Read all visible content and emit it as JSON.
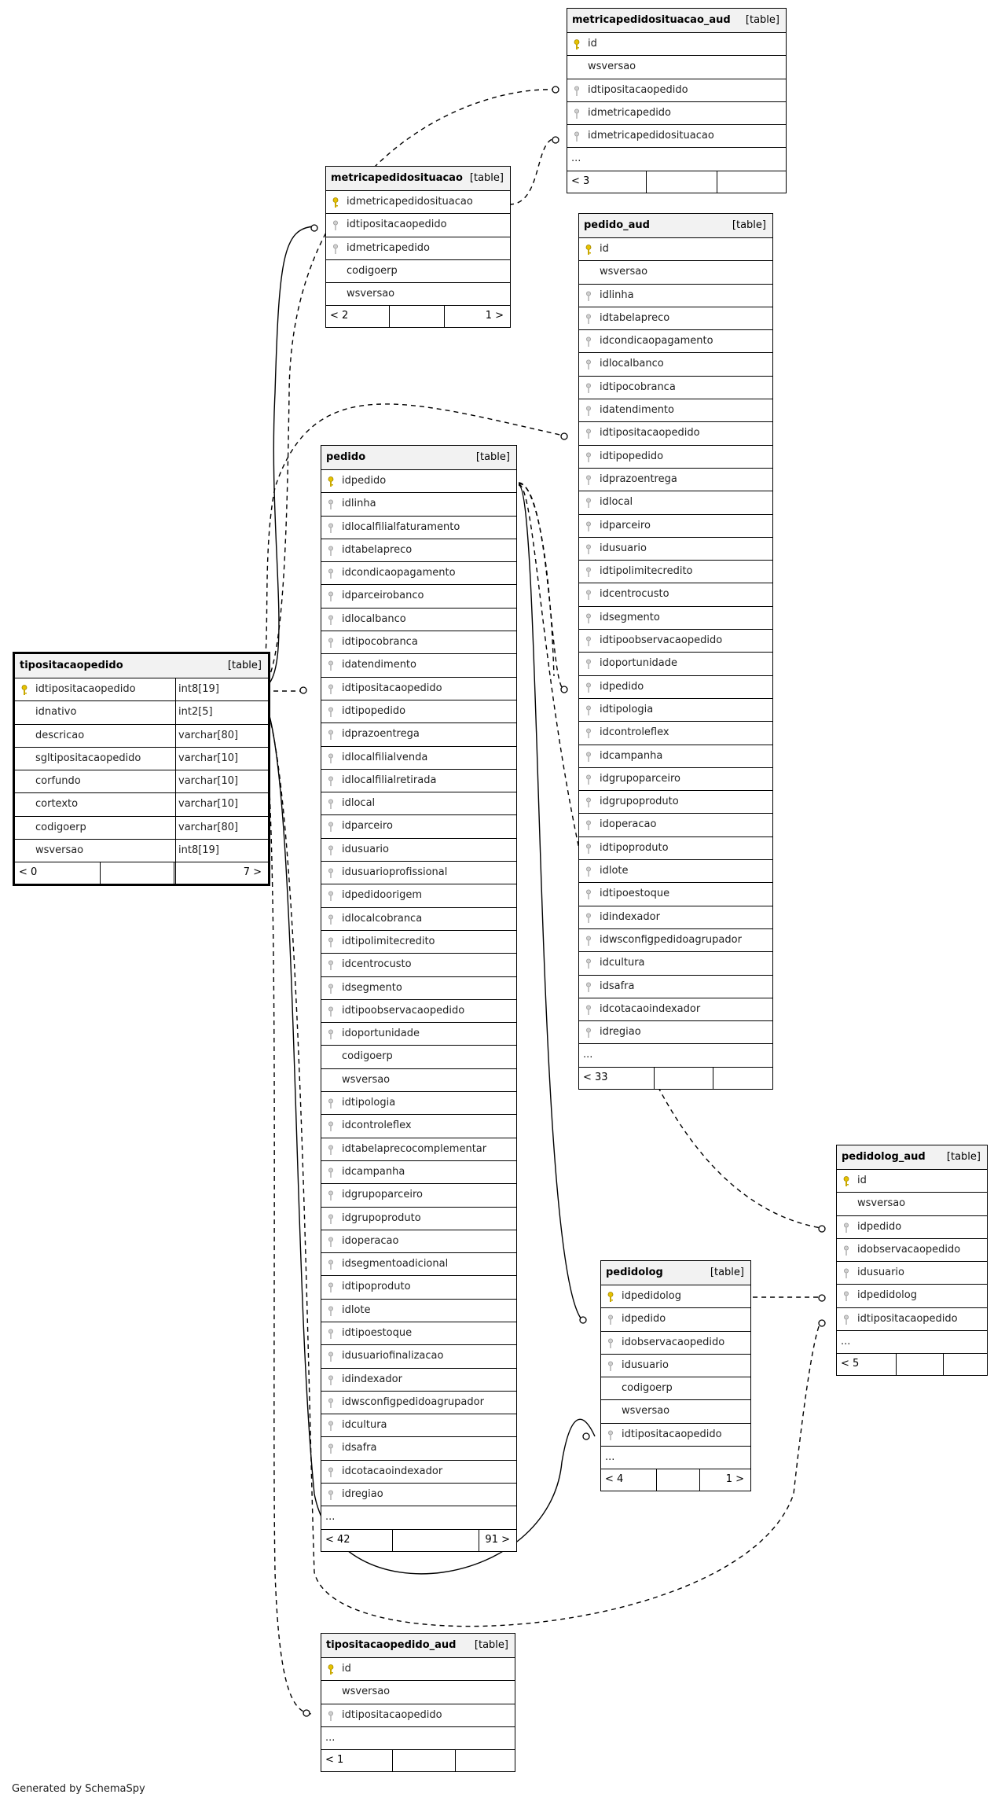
{
  "footer_text": "Generated by SchemaSpy",
  "type_label": "[table]",
  "tables": [
    {
      "id": "metricapedidosituacao_aud",
      "name": "metricapedidosituacao_aud",
      "columns": [
        {
          "n": "id",
          "k": "pk"
        },
        {
          "n": "wsversao",
          "k": ""
        },
        {
          "n": "idtipositacaopedido",
          "k": "fk"
        },
        {
          "n": "idmetricapedido",
          "k": "fk"
        },
        {
          "n": "idmetricapedidosituacao",
          "k": "fk"
        },
        {
          "n": "...",
          "k": "more"
        }
      ],
      "parents": "< 3",
      "children": ""
    },
    {
      "id": "metricapedidosituacao",
      "name": "metricapedidosituacao",
      "columns": [
        {
          "n": "idmetricapedidosituacao",
          "k": "pk"
        },
        {
          "n": "idtipositacaopedido",
          "k": "fk"
        },
        {
          "n": "idmetricapedido",
          "k": "fk"
        },
        {
          "n": "codigoerp",
          "k": ""
        },
        {
          "n": "wsversao",
          "k": ""
        }
      ],
      "parents": "< 2",
      "children": "1 >"
    },
    {
      "id": "pedido_aud",
      "name": "pedido_aud",
      "columns": [
        {
          "n": "id",
          "k": "pk"
        },
        {
          "n": "wsversao",
          "k": ""
        },
        {
          "n": "idlinha",
          "k": "fk"
        },
        {
          "n": "idtabelapreco",
          "k": "fk"
        },
        {
          "n": "idcondicaopagamento",
          "k": "fk"
        },
        {
          "n": "idlocalbanco",
          "k": "fk"
        },
        {
          "n": "idtipocobranca",
          "k": "fk"
        },
        {
          "n": "idatendimento",
          "k": "fk"
        },
        {
          "n": "idtipositacaopedido",
          "k": "fk"
        },
        {
          "n": "idtipopedido",
          "k": "fk"
        },
        {
          "n": "idprazoentrega",
          "k": "fk"
        },
        {
          "n": "idlocal",
          "k": "fk"
        },
        {
          "n": "idparceiro",
          "k": "fk"
        },
        {
          "n": "idusuario",
          "k": "fk"
        },
        {
          "n": "idtipolimitecredito",
          "k": "fk"
        },
        {
          "n": "idcentrocusto",
          "k": "fk"
        },
        {
          "n": "idsegmento",
          "k": "fk"
        },
        {
          "n": "idtipoobservacaopedido",
          "k": "fk"
        },
        {
          "n": "idoportunidade",
          "k": "fk"
        },
        {
          "n": "idpedido",
          "k": "fk"
        },
        {
          "n": "idtipologia",
          "k": "fk"
        },
        {
          "n": "idcontroleflex",
          "k": "fk"
        },
        {
          "n": "idcampanha",
          "k": "fk"
        },
        {
          "n": "idgrupoparceiro",
          "k": "fk"
        },
        {
          "n": "idgrupoproduto",
          "k": "fk"
        },
        {
          "n": "idoperacao",
          "k": "fk"
        },
        {
          "n": "idtipoproduto",
          "k": "fk"
        },
        {
          "n": "idlote",
          "k": "fk"
        },
        {
          "n": "idtipoestoque",
          "k": "fk"
        },
        {
          "n": "idindexador",
          "k": "fk"
        },
        {
          "n": "idwsconfigpedidoagrupador",
          "k": "fk"
        },
        {
          "n": "idcultura",
          "k": "fk"
        },
        {
          "n": "idsafra",
          "k": "fk"
        },
        {
          "n": "idcotacaoindexador",
          "k": "fk"
        },
        {
          "n": "idregiao",
          "k": "fk"
        },
        {
          "n": "...",
          "k": "more"
        }
      ],
      "parents": "< 33",
      "children": ""
    },
    {
      "id": "pedido",
      "name": "pedido",
      "columns": [
        {
          "n": "idpedido",
          "k": "pk"
        },
        {
          "n": "idlinha",
          "k": "fk"
        },
        {
          "n": "idlocalfilialfaturamento",
          "k": "fk"
        },
        {
          "n": "idtabelapreco",
          "k": "fk"
        },
        {
          "n": "idcondicaopagamento",
          "k": "fk"
        },
        {
          "n": "idparceirobanco",
          "k": "fk"
        },
        {
          "n": "idlocalbanco",
          "k": "fk"
        },
        {
          "n": "idtipocobranca",
          "k": "fk"
        },
        {
          "n": "idatendimento",
          "k": "fk"
        },
        {
          "n": "idtipositacaopedido",
          "k": "fk"
        },
        {
          "n": "idtipopedido",
          "k": "fk"
        },
        {
          "n": "idprazoentrega",
          "k": "fk"
        },
        {
          "n": "idlocalfilialvenda",
          "k": "fk"
        },
        {
          "n": "idlocalfilialretirada",
          "k": "fk"
        },
        {
          "n": "idlocal",
          "k": "fk"
        },
        {
          "n": "idparceiro",
          "k": "fk"
        },
        {
          "n": "idusuario",
          "k": "fk"
        },
        {
          "n": "idusuarioprofissional",
          "k": "fk"
        },
        {
          "n": "idpedidoorigem",
          "k": "fk"
        },
        {
          "n": "idlocalcobranca",
          "k": "fk"
        },
        {
          "n": "idtipolimitecredito",
          "k": "fk"
        },
        {
          "n": "idcentrocusto",
          "k": "fk"
        },
        {
          "n": "idsegmento",
          "k": "fk"
        },
        {
          "n": "idtipoobservacaopedido",
          "k": "fk"
        },
        {
          "n": "idoportunidade",
          "k": "fk"
        },
        {
          "n": "codigoerp",
          "k": ""
        },
        {
          "n": "wsversao",
          "k": ""
        },
        {
          "n": "idtipologia",
          "k": "fk"
        },
        {
          "n": "idcontroleflex",
          "k": "fk"
        },
        {
          "n": "idtabelaprecocomplementar",
          "k": "fk"
        },
        {
          "n": "idcampanha",
          "k": "fk"
        },
        {
          "n": "idgrupoparceiro",
          "k": "fk"
        },
        {
          "n": "idgrupoproduto",
          "k": "fk"
        },
        {
          "n": "idoperacao",
          "k": "fk"
        },
        {
          "n": "idsegmentoadicional",
          "k": "fk"
        },
        {
          "n": "idtipoproduto",
          "k": "fk"
        },
        {
          "n": "idlote",
          "k": "fk"
        },
        {
          "n": "idtipoestoque",
          "k": "fk"
        },
        {
          "n": "idusuariofinalizacao",
          "k": "fk"
        },
        {
          "n": "idindexador",
          "k": "fk"
        },
        {
          "n": "idwsconfigpedidoagrupador",
          "k": "fk"
        },
        {
          "n": "idcultura",
          "k": "fk"
        },
        {
          "n": "idsafra",
          "k": "fk"
        },
        {
          "n": "idcotacaoindexador",
          "k": "fk"
        },
        {
          "n": "idregiao",
          "k": "fk"
        },
        {
          "n": "...",
          "k": "more"
        }
      ],
      "parents": "< 42",
      "children": "91 >"
    },
    {
      "id": "tipositacaopedido",
      "name": "tipositacaopedido",
      "bold": true,
      "columns": [
        {
          "n": "idtipositacaopedido",
          "k": "pk",
          "t": "int8[19]"
        },
        {
          "n": "idnativo",
          "k": "",
          "t": "int2[5]"
        },
        {
          "n": "descricao",
          "k": "",
          "t": "varchar[80]"
        },
        {
          "n": "sgltipositacaopedido",
          "k": "",
          "t": "varchar[10]"
        },
        {
          "n": "corfundo",
          "k": "",
          "t": "varchar[10]"
        },
        {
          "n": "cortexto",
          "k": "",
          "t": "varchar[10]"
        },
        {
          "n": "codigoerp",
          "k": "",
          "t": "varchar[80]"
        },
        {
          "n": "wsversao",
          "k": "",
          "t": "int8[19]"
        }
      ],
      "parents": "< 0",
      "children": "7 >"
    },
    {
      "id": "pedidolog_aud",
      "name": "pedidolog_aud",
      "columns": [
        {
          "n": "id",
          "k": "pk"
        },
        {
          "n": "wsversao",
          "k": ""
        },
        {
          "n": "idpedido",
          "k": "fk"
        },
        {
          "n": "idobservacaopedido",
          "k": "fk"
        },
        {
          "n": "idusuario",
          "k": "fk"
        },
        {
          "n": "idpedidolog",
          "k": "fk"
        },
        {
          "n": "idtipositacaopedido",
          "k": "fk"
        },
        {
          "n": "...",
          "k": "more"
        }
      ],
      "parents": "< 5",
      "children": ""
    },
    {
      "id": "pedidolog",
      "name": "pedidolog",
      "columns": [
        {
          "n": "idpedidolog",
          "k": "pk"
        },
        {
          "n": "idpedido",
          "k": "fk"
        },
        {
          "n": "idobservacaopedido",
          "k": "fk"
        },
        {
          "n": "idusuario",
          "k": "fk"
        },
        {
          "n": "codigoerp",
          "k": ""
        },
        {
          "n": "wsversao",
          "k": ""
        },
        {
          "n": "idtipositacaopedido",
          "k": "fk"
        },
        {
          "n": "...",
          "k": "more"
        }
      ],
      "parents": "< 4",
      "children": "1 >"
    },
    {
      "id": "tipositacaopedido_aud",
      "name": "tipositacaopedido_aud",
      "columns": [
        {
          "n": "id",
          "k": "pk"
        },
        {
          "n": "wsversao",
          "k": ""
        },
        {
          "n": "idtipositacaopedido",
          "k": "fk"
        },
        {
          "n": "...",
          "k": "more"
        }
      ],
      "parents": "< 1",
      "children": ""
    }
  ]
}
